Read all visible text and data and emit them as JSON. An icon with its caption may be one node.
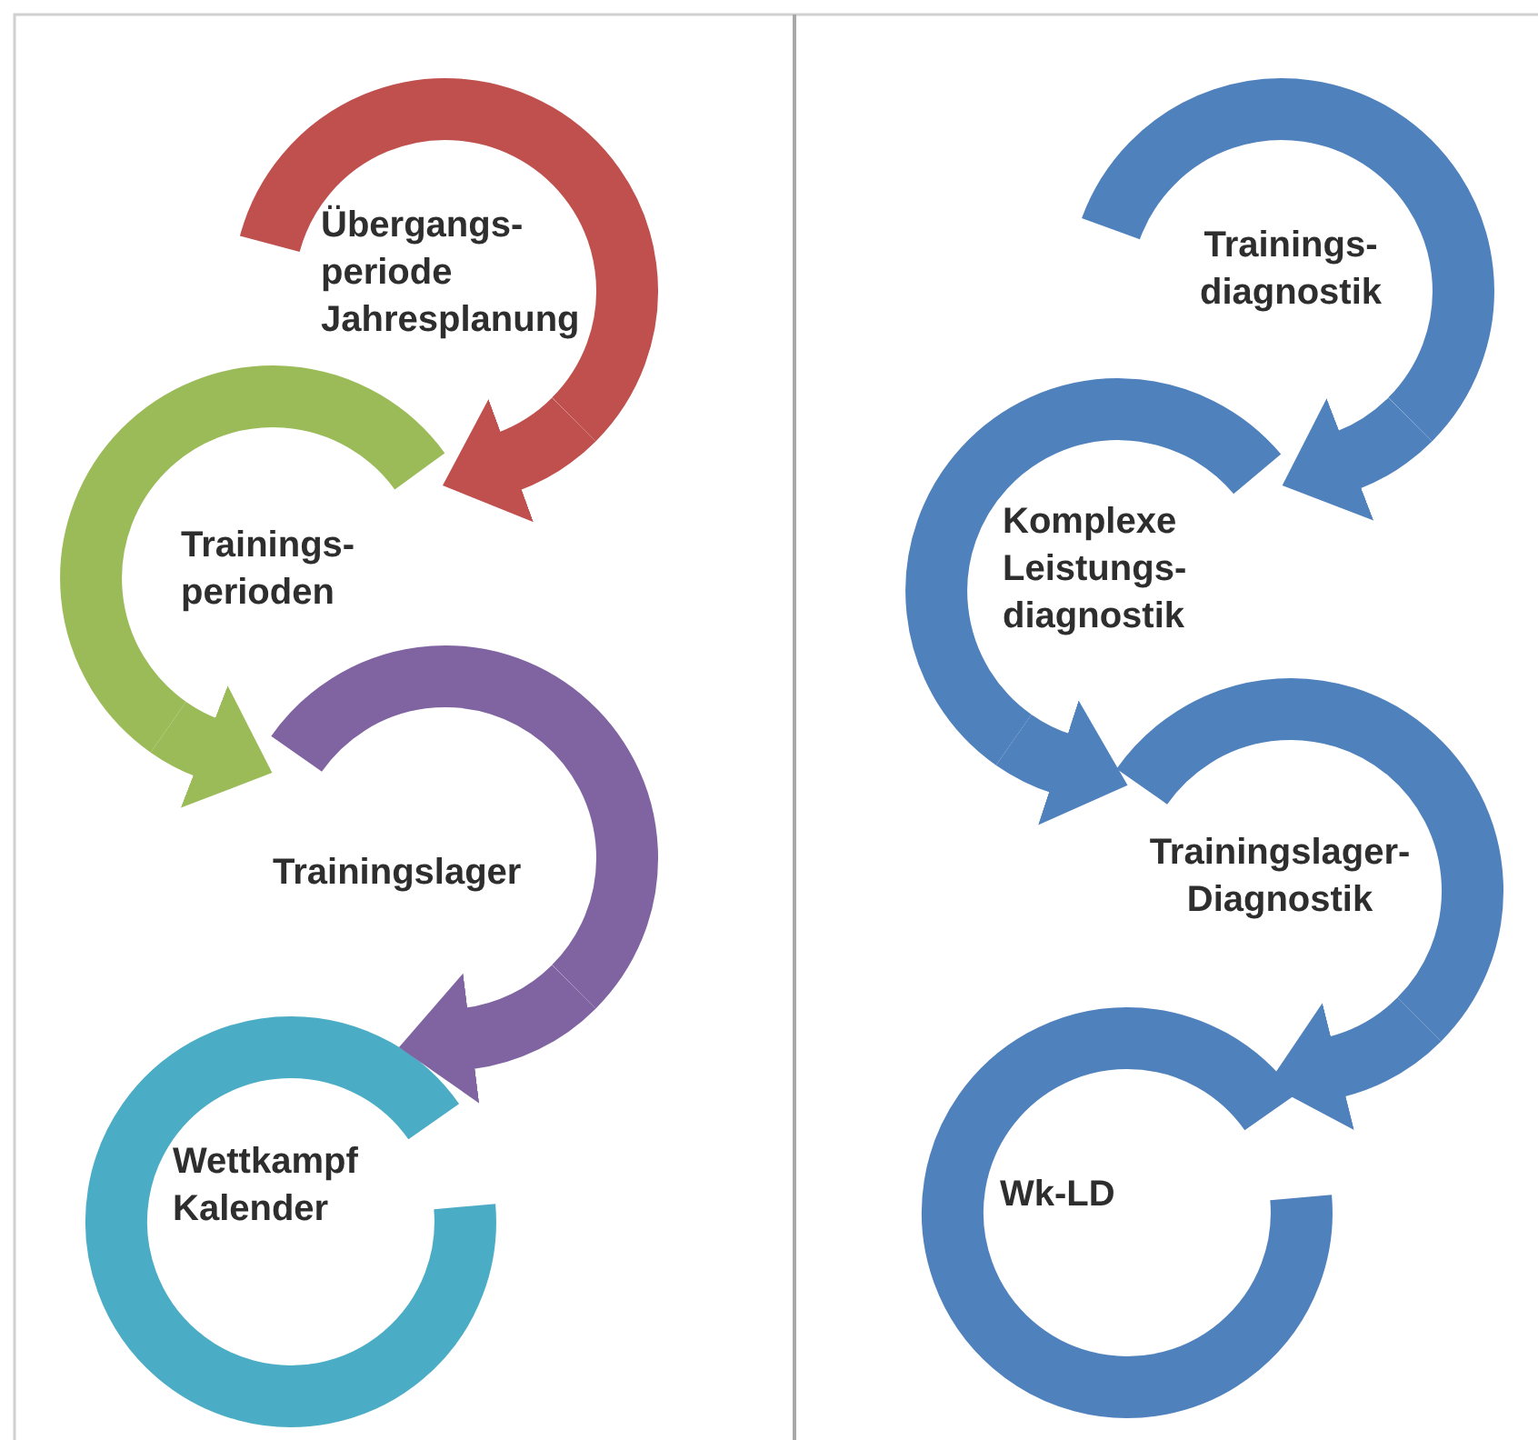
{
  "diagram": {
    "nodes": [
      {
        "text": [
          "Übergangs- periode Jahresplanung"
        ]
      },
      {
        "text": [
          "Trainings- perioden"
        ]
      },
      {
        "text": [
          "Trainingslager"
        ]
      },
      {
        "text": [
          "Wettkampf Kalender"
        ]
      },
      {
        "text": [
          "Trainings- diagnostik"
        ]
      },
      {
        "text": [
          "Komplexe Leistungs- diagnostik"
        ]
      },
      {
        "text": [
          "Trainingslager- Diagnostik"
        ]
      },
      {
        "text": [
          "Wk-LD"
        ]
      }
    ],
    "edges": [
      {
        "from": 0,
        "to": 1,
        "arrow": "to",
        "color": "#c0504d"
      },
      {
        "from": 1,
        "to": 2,
        "arrow": "to",
        "color": "#9bbb59"
      },
      {
        "from": 2,
        "to": 3,
        "arrow": "to",
        "color": "#8064a2"
      },
      {
        "from": 4,
        "to": 5,
        "arrow": "to"
      },
      {
        "from": 5,
        "to": 6,
        "arrow": "to"
      },
      {
        "from": 6,
        "to": 7,
        "arrow": "to"
      }
    ]
  }
}
